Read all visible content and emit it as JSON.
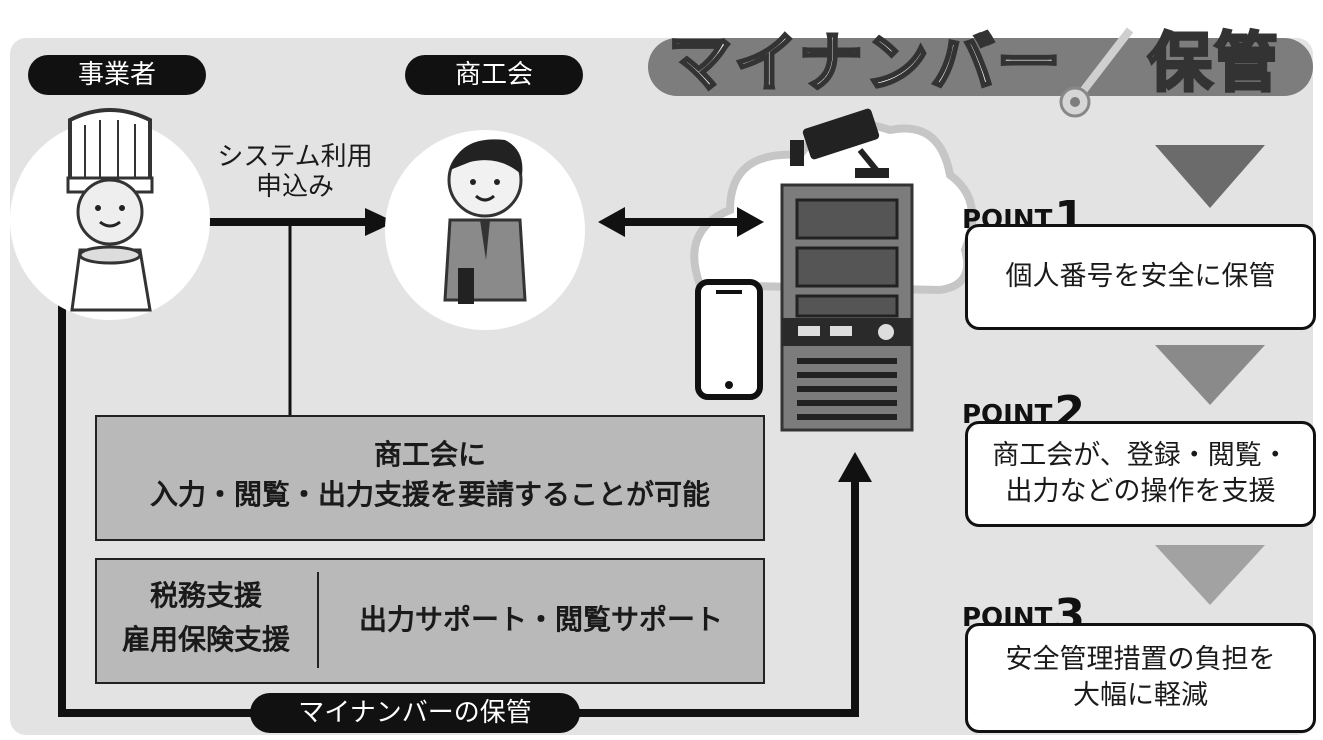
{
  "title": {
    "left": "マイナンバー",
    "right": "保管"
  },
  "actors": {
    "business": "事業者",
    "chamber": "商工会"
  },
  "flow": {
    "apply_line1": "システム利用",
    "apply_line2": "申込み",
    "storage": "マイナンバーの保管"
  },
  "request_box": {
    "line1": "商工会に",
    "line2": "入力・閲覧・出力支援を要請することが可能"
  },
  "support_box": {
    "left1": "税務支援",
    "left2": "雇用保険支援",
    "right": "出力サポート・閲覧サポート"
  },
  "points": [
    {
      "head": "POINT",
      "num": "1",
      "lines": [
        "個人番号を安全に保管"
      ]
    },
    {
      "head": "POINT",
      "num": "2",
      "lines": [
        "商工会が、登録・閲覧・",
        "出力などの操作を支援"
      ]
    },
    {
      "head": "POINT",
      "num": "3",
      "lines": [
        "安全管理措置の負担を",
        "大幅に軽減"
      ]
    }
  ],
  "colors": {
    "panel": "#e3e3e3",
    "box": "#b9b9b9",
    "ink": "#111111",
    "triangle": "#7a7a7a"
  }
}
